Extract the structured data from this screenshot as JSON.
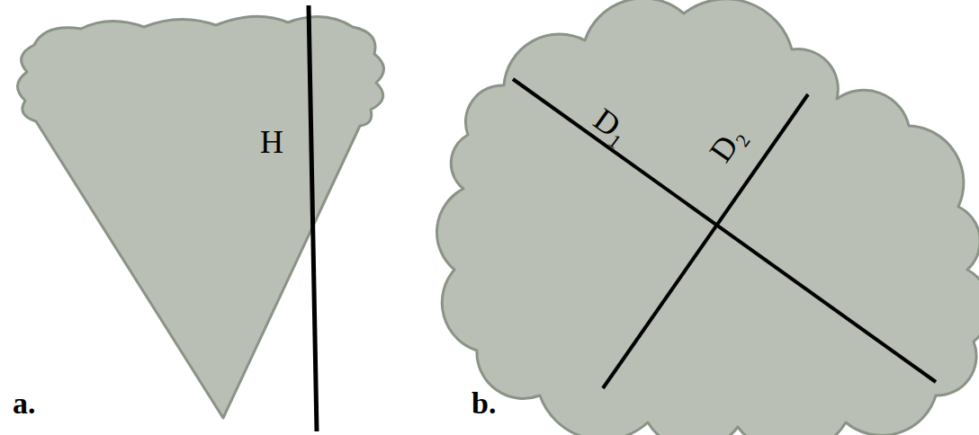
{
  "diagram": {
    "labels": [
      "a.",
      "H",
      "b.",
      "D₁",
      "D₂"
    ]
  }
}
